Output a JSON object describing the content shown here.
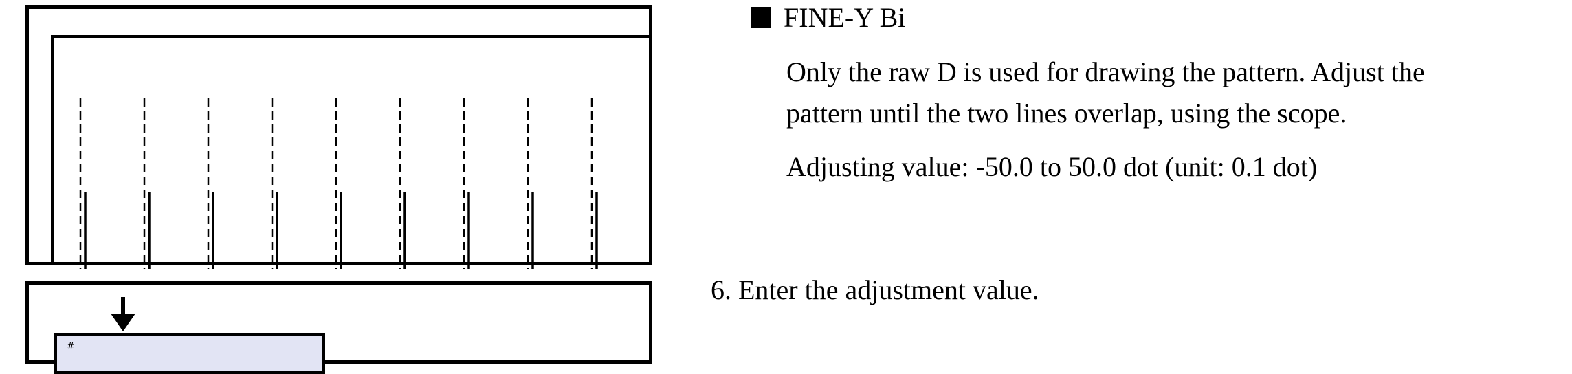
{
  "section": {
    "heading": "FINE-Y Bi",
    "description_lines": [
      "Only the raw D is used for drawing the pattern. Adjust the",
      "pattern until the two lines overlap, using the scope."
    ],
    "adjusting_value": "Adjusting value: -50.0 to 50.0 dot (unit: 0.1 dot)"
  },
  "step": {
    "text": "6. Enter the adjustment value."
  },
  "figure": {
    "field_mark": "#",
    "icons": [
      "square-bullet-icon",
      "down-arrow-icon"
    ]
  }
}
